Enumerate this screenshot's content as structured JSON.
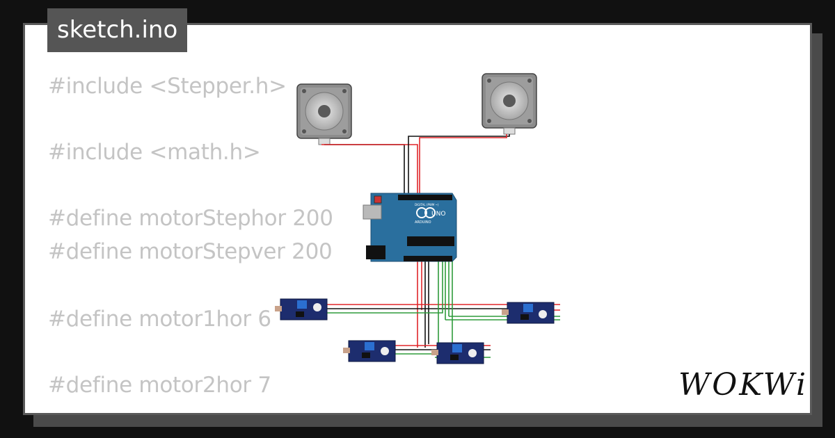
{
  "title": "sketch.ino",
  "code_lines": [
    "#include <Stepper.h>",
    "#include <math.h>",
    "#define motorStephor 200",
    "#define motorStepver 200",
    "#define motor1hor 6",
    "#define motor2hor 7"
  ],
  "board": {
    "brand_label": "UNO",
    "maker_label": "ARDUINO",
    "digital_label": "DIGITAL (PWM ~)"
  },
  "logo": "WOKWi",
  "colors": {
    "background": "#111111",
    "card": "#ffffff",
    "tab": "#555555",
    "code_text": "#c4c4c4",
    "board_blue": "#2a6f9e",
    "sensor_blue": "#1d2d6e",
    "wire_red": "#e0262a",
    "wire_black": "#111111",
    "wire_green": "#2e9b3a"
  }
}
